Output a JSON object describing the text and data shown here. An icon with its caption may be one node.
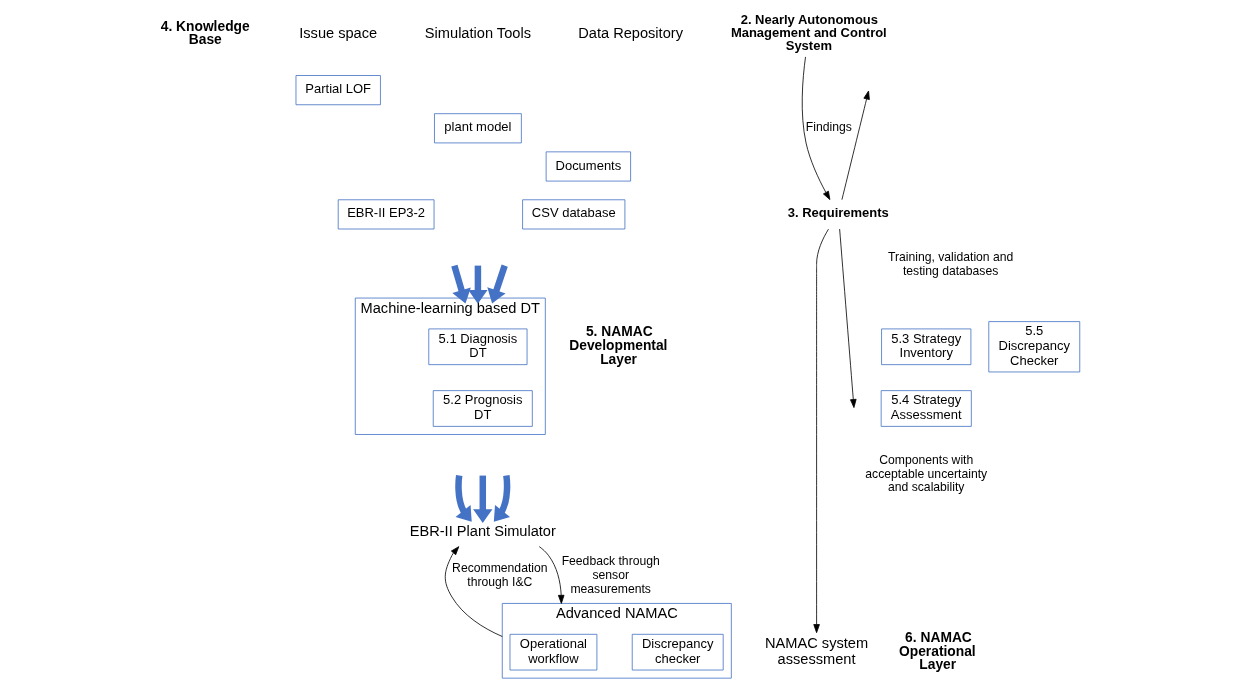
{
  "diagram": {
    "nodes": [
      {
        "text": [
          "Partial LOF"
        ]
      },
      {
        "text": [
          "EBR-II EP3-2"
        ]
      },
      {
        "text": [
          "plant model"
        ]
      },
      {
        "text": [
          "Documents"
        ]
      },
      {
        "text": [
          "CSV database"
        ]
      },
      {
        "text": [
          "Machine-learning based DT"
        ]
      },
      {
        "text": [
          "5.1 Diagnosis DT"
        ],
        "in": 5
      },
      {
        "text": [
          "5.2 Prognosis DT"
        ],
        "in": 5
      },
      {
        "text": [
          "5.3 Strategy Inventory"
        ]
      },
      {
        "text": [
          "5.4 Strategy Assessment"
        ]
      },
      {
        "text": [
          "5.5 Discrepancy Checker"
        ]
      },
      {
        "text": [
          "EBR-II Plant Simulator"
        ]
      },
      {
        "text": [
          "Advanced NAMAC"
        ]
      },
      {
        "text": [
          "Operational workflow"
        ],
        "in": 12
      },
      {
        "text": [
          "Discrepancy checker"
        ],
        "in": 12
      },
      {
        "text": [
          "2. Nearly Autonomous Management and Control System"
        ]
      },
      {
        "text": [
          "3. Requirements"
        ]
      },
      {
        "text": [
          "NAMAC system assessment"
        ]
      }
    ],
    "edges": [
      {
        "from": null,
        "to": 5,
        "arrow": "to",
        "style": "thick",
        "color": "#4472c4"
      },
      {
        "from": null,
        "to": 5,
        "arrow": "to",
        "style": "thick",
        "color": "#4472c4"
      },
      {
        "from": null,
        "to": 5,
        "arrow": "to",
        "style": "thick",
        "color": "#4472c4"
      },
      {
        "from": null,
        "to": 11,
        "arrow": "to",
        "style": "thick",
        "color": "#4472c4"
      },
      {
        "from": null,
        "to": 11,
        "arrow": "to",
        "style": "thick",
        "color": "#4472c4"
      },
      {
        "from": null,
        "to": 11,
        "arrow": "to",
        "style": "thick",
        "color": "#4472c4"
      },
      {
        "from": 12,
        "to": 11,
        "arrow": "to",
        "label": "Recommendation through I&C",
        "color": "#000000"
      },
      {
        "from": 11,
        "to": 12,
        "arrow": "to",
        "label": "Feedback through sensor measurements",
        "color": "#000000"
      },
      {
        "from": 15,
        "to": 16,
        "arrow": "to",
        "label": "Findings",
        "color": "#000000"
      },
      {
        "from": 16,
        "to": null,
        "arrow": "to",
        "color": "#000000"
      },
      {
        "from": 16,
        "to": null,
        "arrow": "to",
        "color": "#000000"
      },
      {
        "from": 16,
        "to": 17,
        "arrow": "to",
        "color": "#000000"
      }
    ],
    "labels": [
      "4. Knowledge Base",
      "Issue space",
      "Simulation Tools",
      "Data Repository",
      "Training, validation and testing databases",
      "5. NAMAC Developmental Layer",
      "Components with acceptable uncertainty and scalability",
      "6. NAMAC Operational Layer"
    ]
  }
}
